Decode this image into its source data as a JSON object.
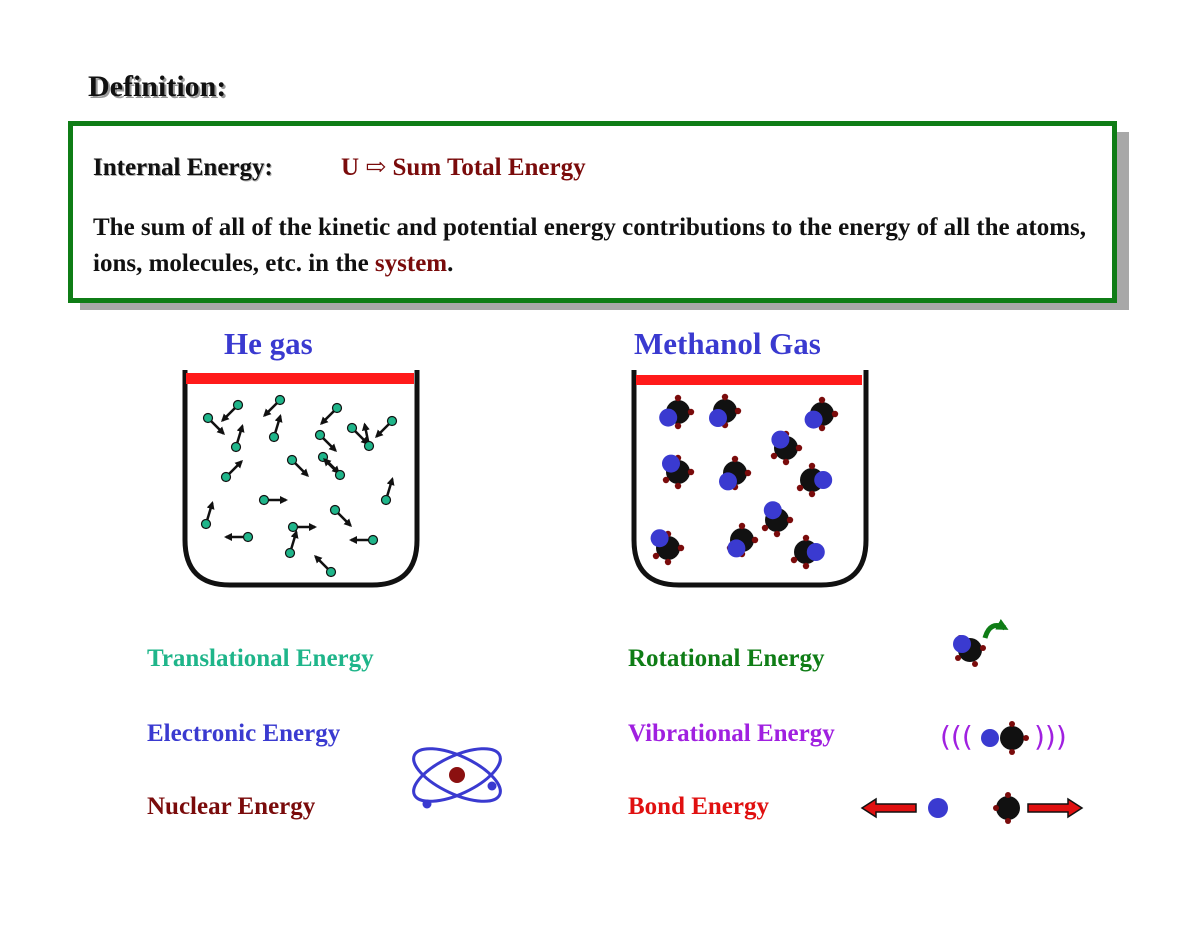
{
  "definition": {
    "heading": "Definition:",
    "internal_energy_label": "Internal Energy:",
    "internal_energy_symbol": "U",
    "arrow_glyph": "⇨",
    "internal_energy_value": "Sum Total Energy",
    "text_before": "The sum of all of the kinetic and potential energy contributions to the energy of all the atoms, ions, molecules, etc. in the ",
    "text_highlight": "system",
    "text_after": "."
  },
  "containers": {
    "he_gas": {
      "title": "He gas"
    },
    "methanol_gas": {
      "title": "Methanol Gas"
    }
  },
  "energies": {
    "translational": "Translational Energy",
    "electronic": "Electronic Energy",
    "nuclear": "Nuclear Energy",
    "rotational": "Rotational Energy",
    "vibrational": "Vibrational Energy",
    "bond": "Bond Energy"
  },
  "icons": {
    "vib_left": "(((",
    "vib_right": ")))"
  },
  "colors": {
    "box_border": "#0f7d16",
    "title_blue": "#3a3ad0",
    "dark_red": "#7a0b0b",
    "lid_red": "#ff1a1a",
    "helium_teal": "#1fb58a",
    "rotational_green": "#0f7d16",
    "vibrational_purple": "#a020e0",
    "bond_red": "#e01010"
  }
}
